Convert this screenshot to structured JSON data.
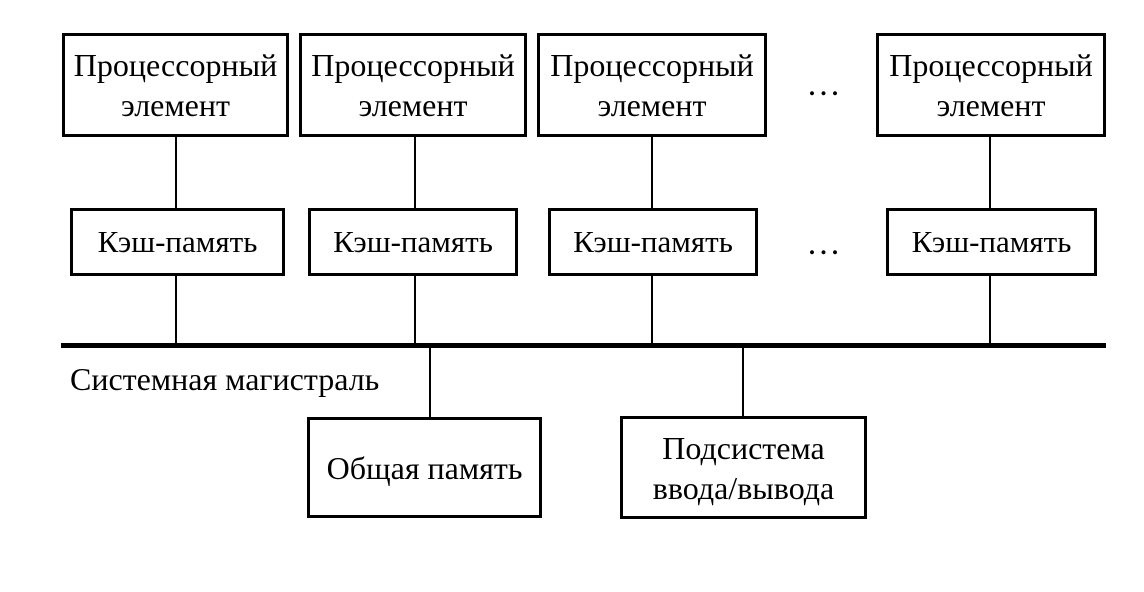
{
  "diagram": {
    "processors": [
      {
        "label": "Процессорный\nэлемент"
      },
      {
        "label": "Процессорный\nэлемент"
      },
      {
        "label": "Процессорный\nэлемент"
      },
      {
        "label": "Процессорный\nэлемент"
      }
    ],
    "caches": [
      {
        "label": "Кэш-память"
      },
      {
        "label": "Кэш-память"
      },
      {
        "label": "Кэш-память"
      },
      {
        "label": "Кэш-память"
      }
    ],
    "ellipsis_top": "...",
    "ellipsis_cache": "...",
    "bus_label": "Системная магистраль",
    "shared_memory_label": "Общая память",
    "io_subsystem_label": "Подсистема\nввода/вывода"
  },
  "colors": {
    "line": "#000000",
    "text": "#000000",
    "background": "#ffffff"
  }
}
